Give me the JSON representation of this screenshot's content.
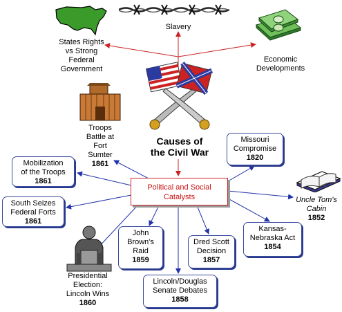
{
  "diagram": {
    "title_line1": "Causes of",
    "title_line2": "the Civil War",
    "center_line1": "Political and Social",
    "center_line2": "Catalysts",
    "top": {
      "states_rights": [
        "States Rights",
        "vs Strong",
        "Federal",
        "Government"
      ],
      "slavery": "Slavery",
      "economic": [
        "Economic",
        "Developments"
      ]
    },
    "events": {
      "troops_battle": {
        "lines": [
          "Troops",
          "Battle at",
          "Fort",
          "Sumter"
        ],
        "year": "1861"
      },
      "mobilization": {
        "lines": [
          "Mobilization",
          "of the Troops"
        ],
        "year": "1861"
      },
      "south_seizes": {
        "lines": [
          "South Seizes",
          "Federal Forts"
        ],
        "year": "1861"
      },
      "presidential": {
        "lines": [
          "Presidential",
          "Election:",
          "Lincoln Wins"
        ],
        "year": "1860"
      },
      "john_brown": {
        "lines": [
          "John",
          "Brown's",
          "Raid"
        ],
        "year": "1859"
      },
      "lincoln_douglas": {
        "lines": [
          "Lincoln/Douglas",
          "Senate Debates"
        ],
        "year": "1858"
      },
      "dred_scott": {
        "lines": [
          "Dred Scott",
          "Decision"
        ],
        "year": "1857"
      },
      "kansas": {
        "lines": [
          "Kansas-",
          "Nebraska Act"
        ],
        "year": "1854"
      },
      "uncle_tom": {
        "lines": [
          "Uncle Tom's",
          "Cabin"
        ],
        "year": "1852"
      },
      "missouri": {
        "lines": [
          "Missouri",
          "Compromise"
        ],
        "year": "1820"
      }
    }
  },
  "colors": {
    "arrow_red": "#cc2222",
    "arrow_blue": "#2233aa",
    "box_border": "#3a4aa0"
  },
  "icons": [
    "usa-map-icon",
    "barbed-wire-icon",
    "money-stack-icon",
    "flags-sabers-icon",
    "fort-icon",
    "lincoln-memorial-icon",
    "book-icon"
  ]
}
